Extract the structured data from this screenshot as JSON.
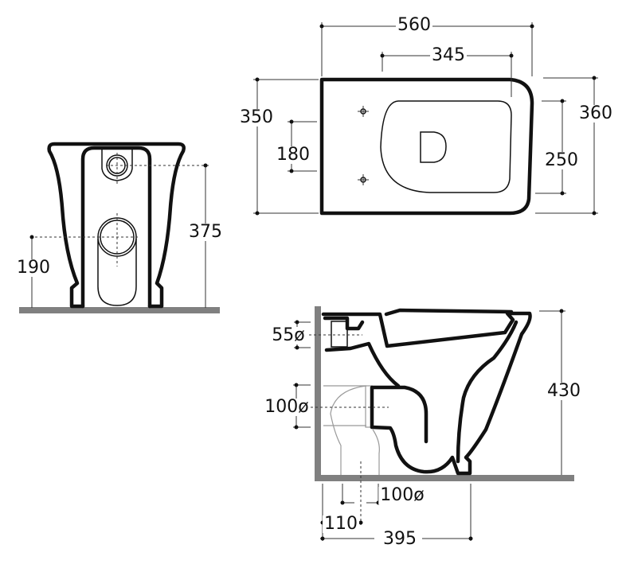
{
  "front_view": {
    "height_top_inlet": "375",
    "height_outlet": "190"
  },
  "top_view": {
    "overall_length": "560",
    "fixing_holes_to_seat": "345",
    "rear_width": "350",
    "fixing_holes_spacing": "180",
    "front_width": "360",
    "seat_opening_width": "250"
  },
  "side_view": {
    "inlet_diameter": "55ø",
    "outlet_diameter_wall": "100ø",
    "overall_height": "430",
    "outlet_diameter_floor": "100ø",
    "floor_outlet_distance": "110",
    "overall_depth": "395"
  },
  "colors": {
    "outline": "#111111",
    "floor_wall": "#808080"
  }
}
